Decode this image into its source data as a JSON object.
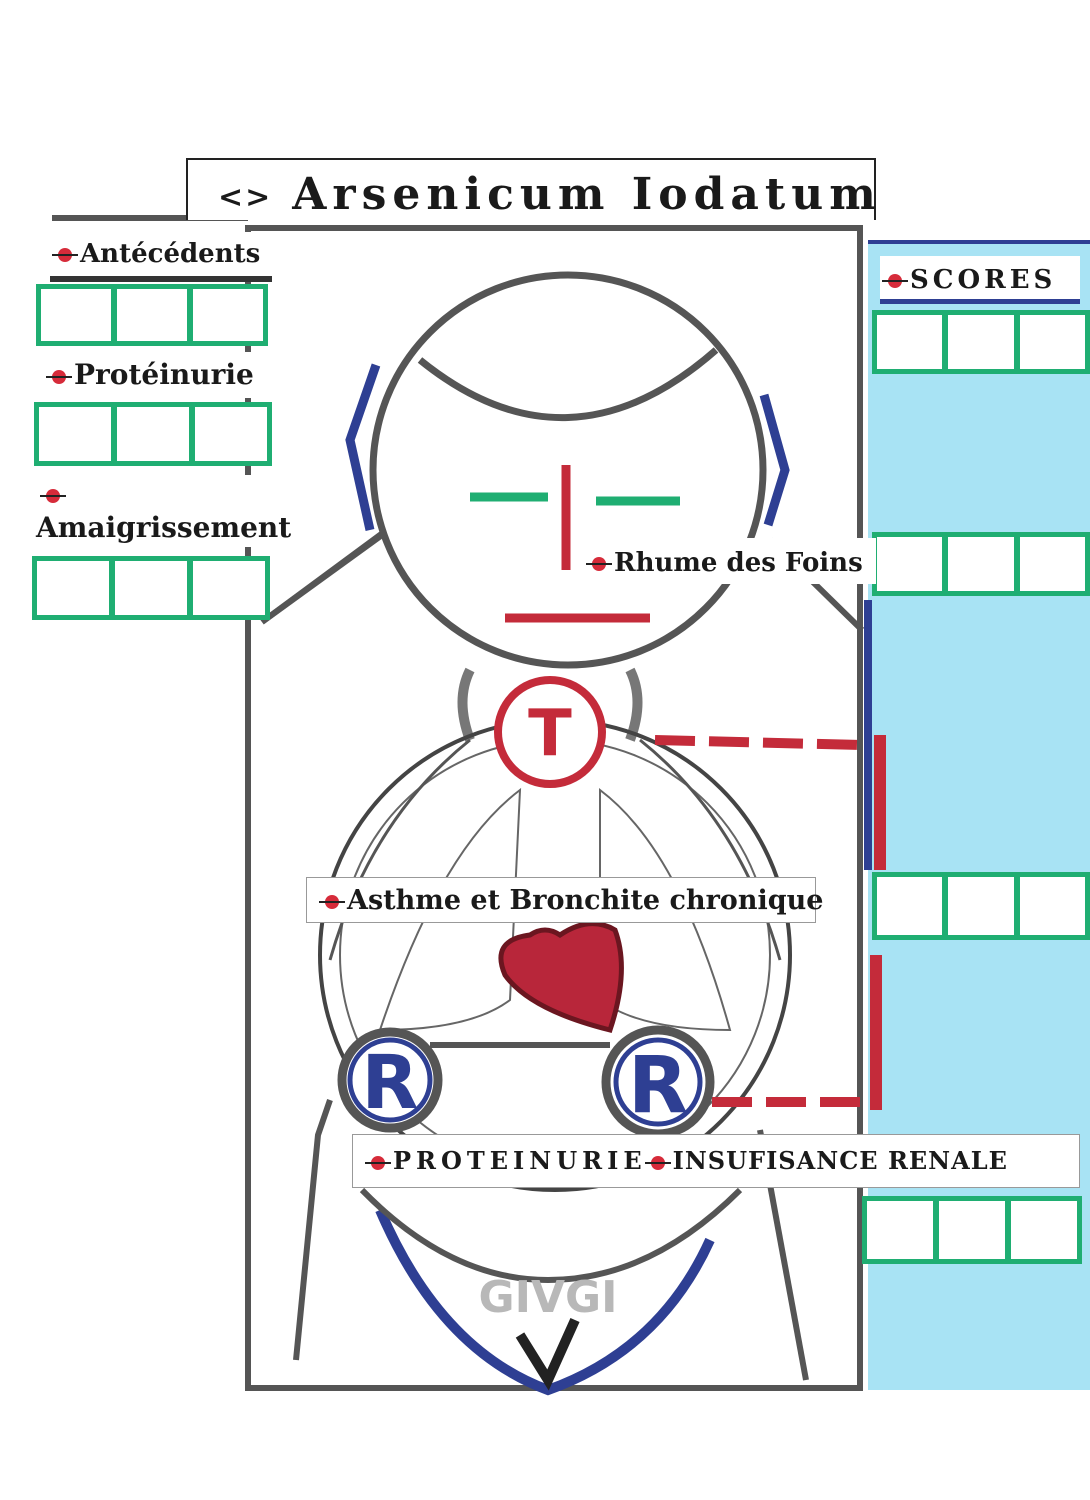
{
  "title": "Arsenicum Iodatum",
  "title_prefix": "<>",
  "labels": {
    "antecedents": "Antécédents",
    "proteinurie": "Protéinurie",
    "amaigrissement": "Amaigrissement",
    "scores": "SCORES",
    "rhume": "Rhume des Foins",
    "asthme": "Asthme et Bronchite chronique",
    "proteinurie_caps": "PROTEINURIE",
    "insufisance": "INSUFISANCE RENALE"
  },
  "diagram_marks": {
    "throat_letter": "T",
    "kidney_left_letter": "R",
    "kidney_right_letter": "R",
    "pelvis_text": "GIVGI"
  },
  "colors": {
    "accent_red": "#d62b3a",
    "grid_green": "#1fae72",
    "panel_blue": "#a8e3f4",
    "outline_blue": "#2e3f93",
    "outline_gray": "#555555"
  }
}
